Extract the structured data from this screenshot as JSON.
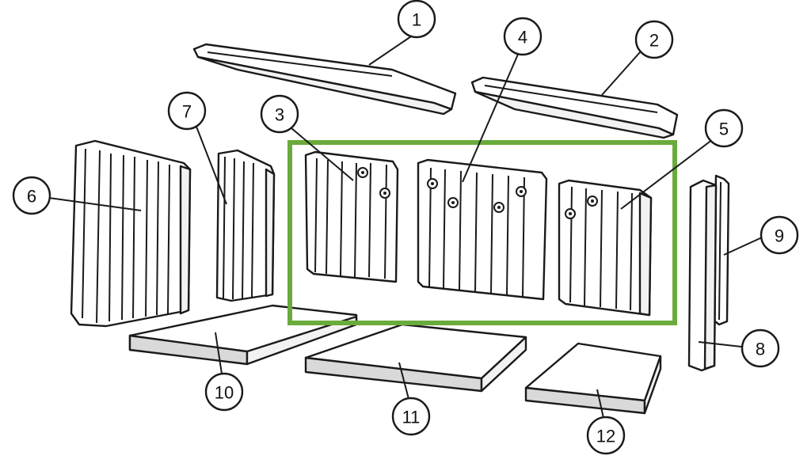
{
  "highlight": {
    "color": "#6aab3c",
    "parts": [
      "3",
      "4",
      "5"
    ]
  },
  "callouts": [
    {
      "label": "1"
    },
    {
      "label": "2"
    },
    {
      "label": "3"
    },
    {
      "label": "4"
    },
    {
      "label": "5"
    },
    {
      "label": "6"
    },
    {
      "label": "7"
    },
    {
      "label": "8"
    },
    {
      "label": "9"
    },
    {
      "label": "10"
    },
    {
      "label": "11"
    },
    {
      "label": "12"
    }
  ]
}
